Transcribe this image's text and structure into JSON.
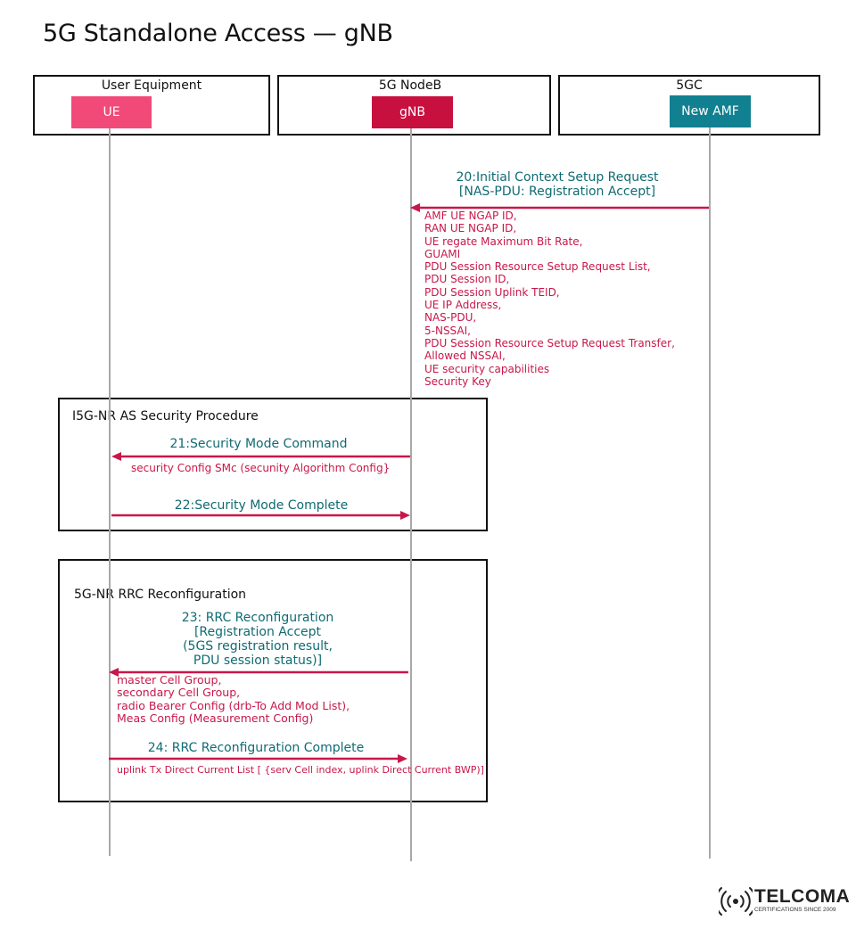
{
  "title": "5G Standalone Access — gNB",
  "domains": {
    "ue": {
      "label": "User Equipment",
      "entity": "UE"
    },
    "nodeb": {
      "label": "5G NodeB",
      "entity": "gNB"
    },
    "core": {
      "label": "5GC",
      "entity": "New AMF"
    }
  },
  "colors": {
    "ue": "#f24a78",
    "gnb": "#c8103f",
    "amf": "#118090",
    "message": "#0f6b73",
    "param": "#c8174a",
    "arrow": "#c8174a"
  },
  "messages": {
    "m20": {
      "line1": "20:Initial Context Setup Request",
      "line2": "[NAS-PDU: Registration Accept]"
    },
    "m20_params": [
      "AMF UE NGAP ID,",
      "RAN UE NGAP ID,",
      "UE regate Maximum Bit Rate,",
      "GUAMI",
      "PDU Session Resource Setup Request List,",
      "PDU Session ID,",
      "PDU Session Uplink TEID,",
      "UE IP Address,",
      "NAS-PDU,",
      "5-NSSAI,",
      "PDU Session Resource Setup Request Transfer,",
      "Allowed NSSAI,",
      "UE security capabilities",
      "Security Key"
    ],
    "m21": "21:Security Mode Command",
    "m21_param": "security Config SMc (secunity Algorithm Config}",
    "m22": "22:Security Mode Complete",
    "m23": {
      "line1": "23: RRC Reconfiguration",
      "line2": "[Registration Accept",
      "line3": "(5GS registration result,",
      "line4": "PDU session status)]"
    },
    "m23_params": [
      "master Cell Group,",
      "secondary Cell Group,",
      "radio Bearer Config (drb-To Add Mod List),",
      "Meas Config (Measurement Config)"
    ],
    "m24": "24: RRC Reconfiguration Complete",
    "m24_param": "uplink Tx Direct Current List [ {serv Cell index, uplink Direct Current BWP)]"
  },
  "procedures": {
    "security": "I5G-NR AS Security Procedure",
    "rrc": "5G-NR RRC Reconfiguration"
  },
  "logo": {
    "name": "TELCOMA",
    "tagline": "CERTIFICATIONS SINCE 2009",
    "icon": "signal-waves-icon"
  }
}
